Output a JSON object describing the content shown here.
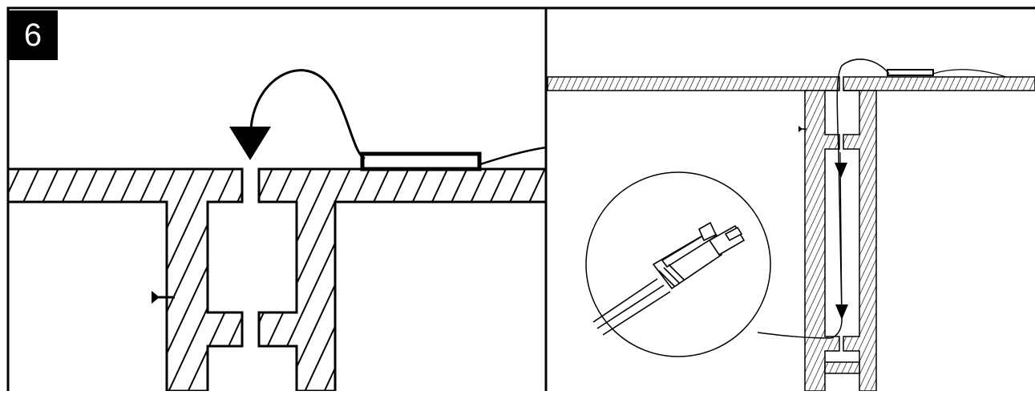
{
  "step_number": "6",
  "colors": {
    "ink": "#000000",
    "paper": "#ffffff"
  },
  "panels": [
    {
      "name": "cable-feed-through-detail",
      "arrow_direction": "down"
    },
    {
      "name": "cable-routing-overview",
      "arrow_directions": [
        "down",
        "down"
      ],
      "inset": "connector-plug-closeup"
    }
  ]
}
